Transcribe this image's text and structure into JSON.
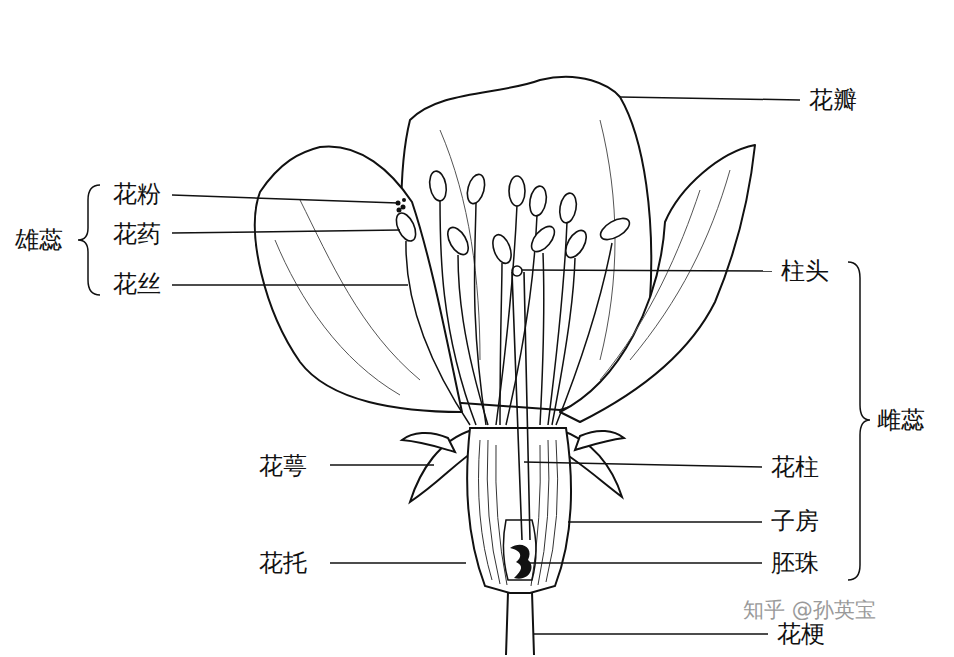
{
  "diagram": {
    "labels": [
      "花瓣",
      "花粉",
      "花药",
      "雄蕊",
      "柱头",
      "花丝",
      "雌蕊",
      "花萼",
      "花柱",
      "子房",
      "花托",
      "胚珠",
      "知乎 @孙英宝",
      "花梗"
    ]
  }
}
